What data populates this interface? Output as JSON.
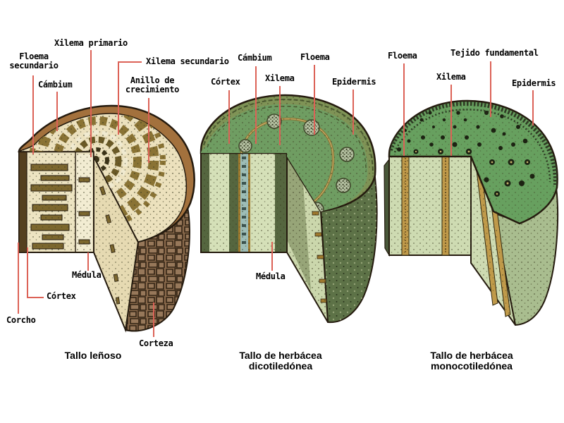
{
  "figure": {
    "type": "botanical stem cross-section comparison diagram",
    "background_color": "#ffffff",
    "leader_line_color": "#dc6257",
    "text_color": "#000000"
  },
  "colors": {
    "woody_bark_brown": "#8a6a4c",
    "woody_rim_brown": "#a3713d",
    "woody_wood_cream": "#ece1bd",
    "woody_ring_olive": "#8a7334",
    "corcho_dark_brown": "#54401f",
    "dicot_top_green": "#6f9d62",
    "dicot_band_green": "#7f9356",
    "dicot_xylem_teal": "#9dbdb6",
    "cambium_orange": "#a07a2e",
    "pale_pith_green": "#d5e0b8",
    "monocot_top_green": "#67a05f",
    "monocot_face_pale": "#cedbb2",
    "bundle_strip_orange": "#c09a4a"
  },
  "panels": {
    "lenoso": {
      "caption": "Tallo leñoso",
      "labels": {
        "floema_secundario": "Floema\nsecundario",
        "xilema_primario": "Xilema primario",
        "xilema_secundario": "Xilema secundario",
        "cambium": "Cámbium",
        "anillo_crecimiento": "Anillo de\ncrecimiento",
        "medula": "Médula",
        "cortex": "Córtex",
        "corcho": "Corcho",
        "corteza": "Corteza"
      }
    },
    "dicotiledonea": {
      "caption": "Tallo de herbácea\ndicotiledónea",
      "labels": {
        "cortex": "Córtex",
        "cambium": "Cámbium",
        "xilema": "Xilema",
        "floema": "Floema",
        "epidermis": "Epidermis",
        "medula": "Médula"
      }
    },
    "monocotiledonea": {
      "caption": "Tallo de herbácea\nmonocotiledónea",
      "labels": {
        "floema": "Floema",
        "tejido_fundamental": "Tejido fundamental",
        "xilema": "Xilema",
        "epidermis": "Epidermis"
      }
    }
  }
}
